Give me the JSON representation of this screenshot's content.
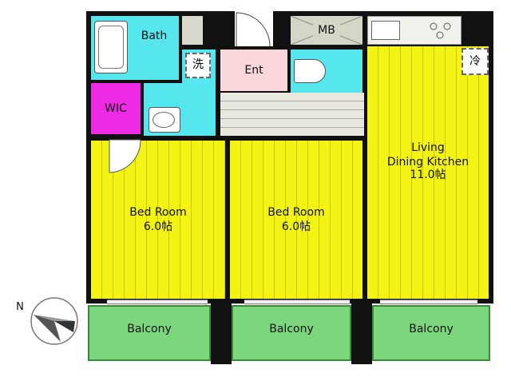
{
  "rooms": {
    "bath": "Bath",
    "wic": "WIC",
    "washer": "洗",
    "entrance": "Ent",
    "meter_box": "MB",
    "fridge": "冷",
    "ldk_name": "Living\nDining Kitchen",
    "ldk_size": "11.0帖",
    "bed1_name": "Bed Room",
    "bed1_size": "6.0帖",
    "bed2_name": "Bed Room",
    "bed2_size": "6.0帖",
    "balcony1": "Balcony",
    "balcony2": "Balcony",
    "balcony3": "Balcony"
  },
  "compass": {
    "label": "N"
  },
  "colors": {
    "bedroom_floor": "#f4f414",
    "balcony": "#7cd67c",
    "wet_area": "#55e6ee",
    "entrance": "#f8d6da",
    "closet": "#ee2ae4",
    "wall": "#111111"
  }
}
